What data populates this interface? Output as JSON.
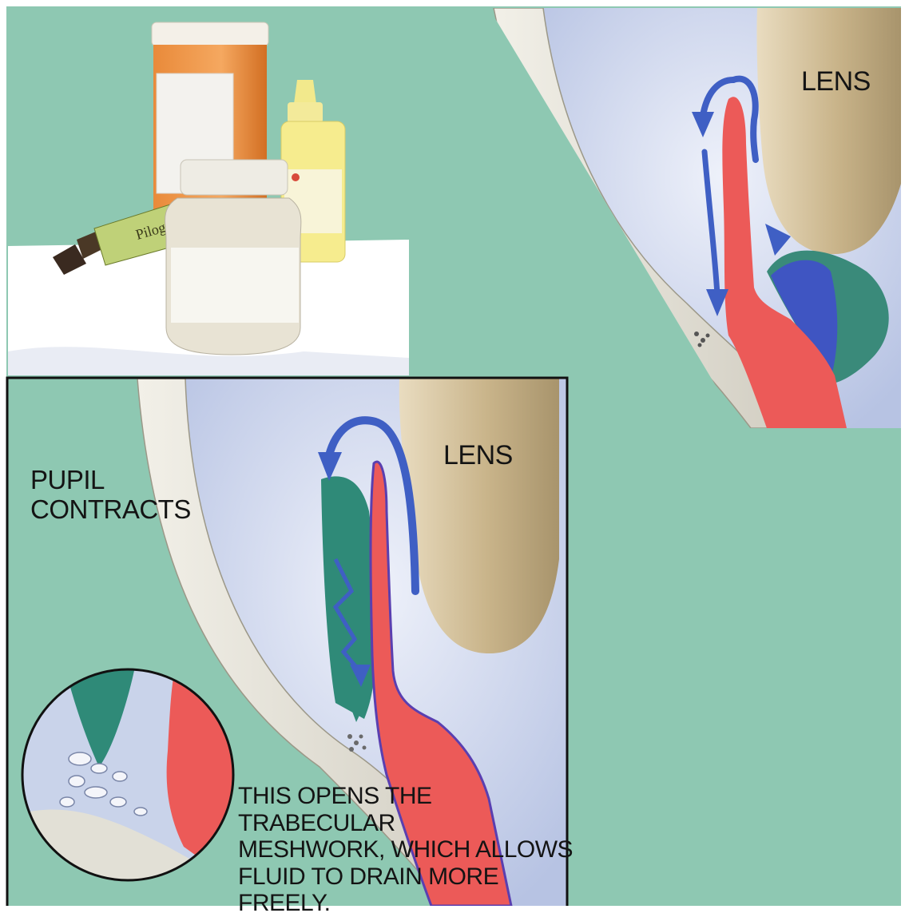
{
  "colors": {
    "background": "#8ec8b2",
    "aqueous": "#c9d3ea",
    "lens": "#c7b38a",
    "iris": "#ec5a58",
    "flow_arrow": "#3f5fc4",
    "ciliary": "#2f8a78",
    "sclera": "#e2e0d6",
    "frame": "#111111"
  },
  "icons": [
    "medicine-bottle-icon",
    "eye-drop-bottle-icon",
    "pilocarpine-tube-icon",
    "flow-arrow-icon",
    "magnifier-inset-icon"
  ],
  "top_panel": {
    "lens_label": "LENS",
    "tube_label": "Pilogin"
  },
  "bottom_panel": {
    "lens_label": "LENS",
    "pupil_label_line1": "PUPIL",
    "pupil_label_line2": "CONTRACTS",
    "caption_lines": [
      "THIS OPENS THE TRABECULAR",
      "MESHWORK, WHICH ALLOWS",
      "FLUID TO DRAIN MORE",
      "FREELY."
    ]
  }
}
